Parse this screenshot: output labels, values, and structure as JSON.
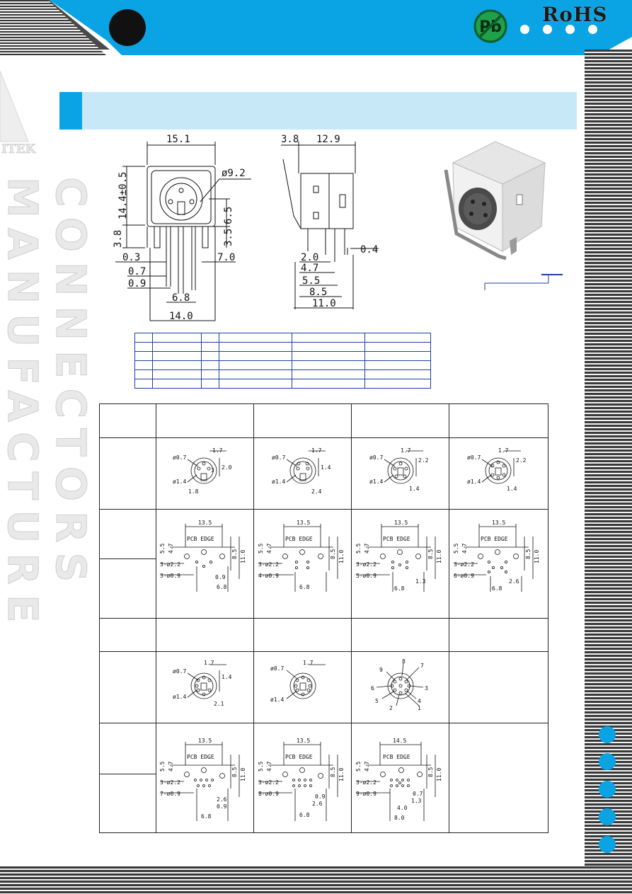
{
  "header": {
    "rohs_label": "RoHS",
    "pb_label": "Pb",
    "logo_text": "ITEK",
    "watermark": "CONNECTORS MANUFACTURE"
  },
  "drawing_front": {
    "dims": [
      "15.1",
      "ø9.2",
      "14.4±0.5",
      "6.5",
      "3.5",
      "3.8",
      "0.3",
      "7.0",
      "0.7",
      "0.9",
      "6.8",
      "14.0"
    ]
  },
  "drawing_side": {
    "dims": [
      "3.8",
      "12.9",
      "0.4",
      "2.0",
      "4.7",
      "5.5",
      "8.5",
      "11.0"
    ]
  },
  "pin_drawings": {
    "row1": [
      {
        "labels": [
          "ø0.7",
          "1.7",
          "2.0",
          "3",
          "ø1.4",
          "1.8"
        ]
      },
      {
        "labels": [
          "ø0.7",
          "1.7",
          "1.4",
          "ø1.4",
          "2.4"
        ]
      },
      {
        "labels": [
          "ø0.7",
          "1.7",
          "2.2",
          "ø1.4",
          "1.4"
        ]
      },
      {
        "labels": [
          "ø0.7",
          "1.7",
          "2.2",
          "ø1.4",
          "1.4"
        ]
      }
    ],
    "row2": [
      {
        "labels": [
          "13.5",
          "PCB EDGE",
          "5.5",
          "4.7",
          "3-ø2.2",
          "3-ø0.9",
          "8.5",
          "11.0",
          "0.9",
          "6.8"
        ]
      },
      {
        "labels": [
          "13.5",
          "PCB EDGE",
          "5.5",
          "4.7",
          "3-ø2.2",
          "4-ø0.9",
          "8.5",
          "11.0",
          "6.8"
        ]
      },
      {
        "labels": [
          "13.5",
          "PCB EDGE",
          "5.5",
          "4.7",
          "3-ø2.2",
          "5-ø0.9",
          "8.5",
          "11.0",
          "1.3",
          "6.8"
        ]
      },
      {
        "labels": [
          "13.5",
          "PCB EDGE",
          "5.5",
          "4.7",
          "3-ø2.2",
          "6-ø0.9",
          "8.5",
          "11.0",
          "2.6",
          "6.8"
        ]
      }
    ],
    "row3": [
      {
        "labels": [
          "ø0.7",
          "1.7",
          "1.4",
          "ø1.4",
          "2.1"
        ]
      },
      {
        "labels": [
          "ø0.7",
          "1.7",
          "ø1.4"
        ]
      },
      {
        "labels": [
          "8",
          "9",
          "7",
          "6",
          "3",
          "5",
          "4",
          "2",
          "1"
        ]
      }
    ],
    "row4": [
      {
        "labels": [
          "13.5",
          "PCB EDGE",
          "5.5",
          "4.7",
          "3-ø2.2",
          "7-ø0.9",
          "8.5",
          "11.0",
          "2.6",
          "0.9",
          "6.8"
        ]
      },
      {
        "labels": [
          "13.5",
          "PCB EDGE",
          "5.5",
          "4.7",
          "3-ø2.2",
          "8-ø0.9",
          "8.5",
          "11.0",
          "0.9",
          "2.6",
          "6.8"
        ]
      },
      {
        "labels": [
          "14.5",
          "PCB EDGE",
          "5.5",
          "4.7",
          "3-ø2.2",
          "9-ø0.9",
          "8.5",
          "11.0",
          "0.7",
          "1.3",
          "4.0",
          "8.0"
        ]
      }
    ]
  },
  "colors": {
    "accent_blue": "#0aa3e3",
    "title_bar": "#c6e8f7",
    "header_blue": "#0aa3e3",
    "stripe_dark": "#3a3a3a"
  }
}
